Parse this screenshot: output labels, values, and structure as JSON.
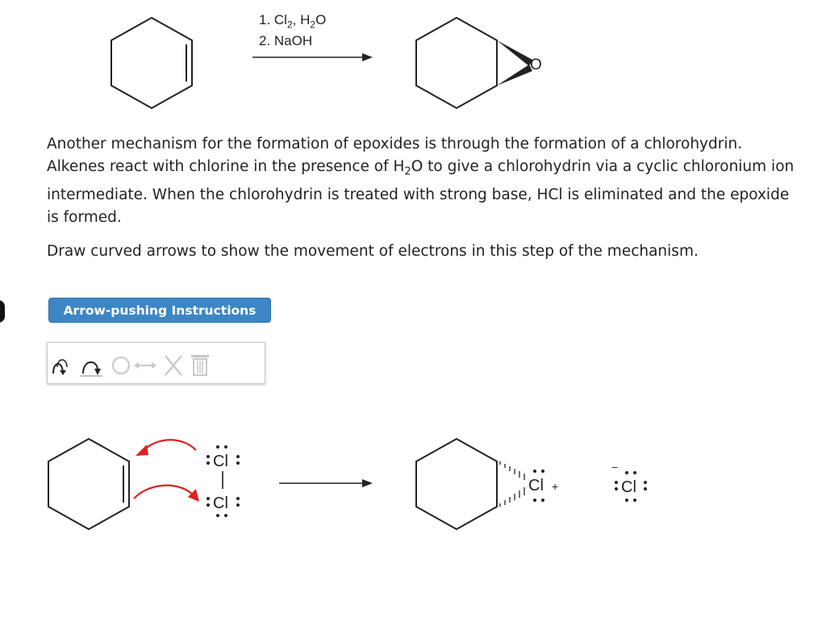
{
  "reaction_top": {
    "step1_prefix": "1. Cl",
    "step1_sub": "2",
    "step1_mid": ", H",
    "step1_sub2": "2",
    "step1_suffix": "O",
    "step2": "2. NaOH",
    "epoxide_O": "O"
  },
  "text": {
    "p1_a": "Another mechanism for the formation of epoxides is through the formation of a chlorohydrin. Alkenes react with chlorine in the presence of H",
    "p1_sub": "2",
    "p1_b": "O to give a chlorohydrin via a cyclic chloronium ion intermediate. When the chlorohydrin is treated with strong base, HCl is eliminated and the epoxide is formed.",
    "p2": "Draw curved arrows to show the movement of electrons in this step of the mechanism."
  },
  "button": {
    "label": "Arrow-pushing Instructions"
  },
  "toolbar": {
    "tools": [
      "curved-arrow-pair",
      "curved-arrow-single",
      "ring",
      "resonance-arrow",
      "delete-x",
      "trash"
    ]
  },
  "mechanism": {
    "cl_top": "Cl",
    "cl_bottom": "Cl",
    "chloronium_cl": "Cl",
    "charge_plus": "+",
    "chloride": "Cl",
    "charge_minus": "−"
  },
  "colors": {
    "arrow": "#e02020",
    "button": "#3d86c6"
  }
}
